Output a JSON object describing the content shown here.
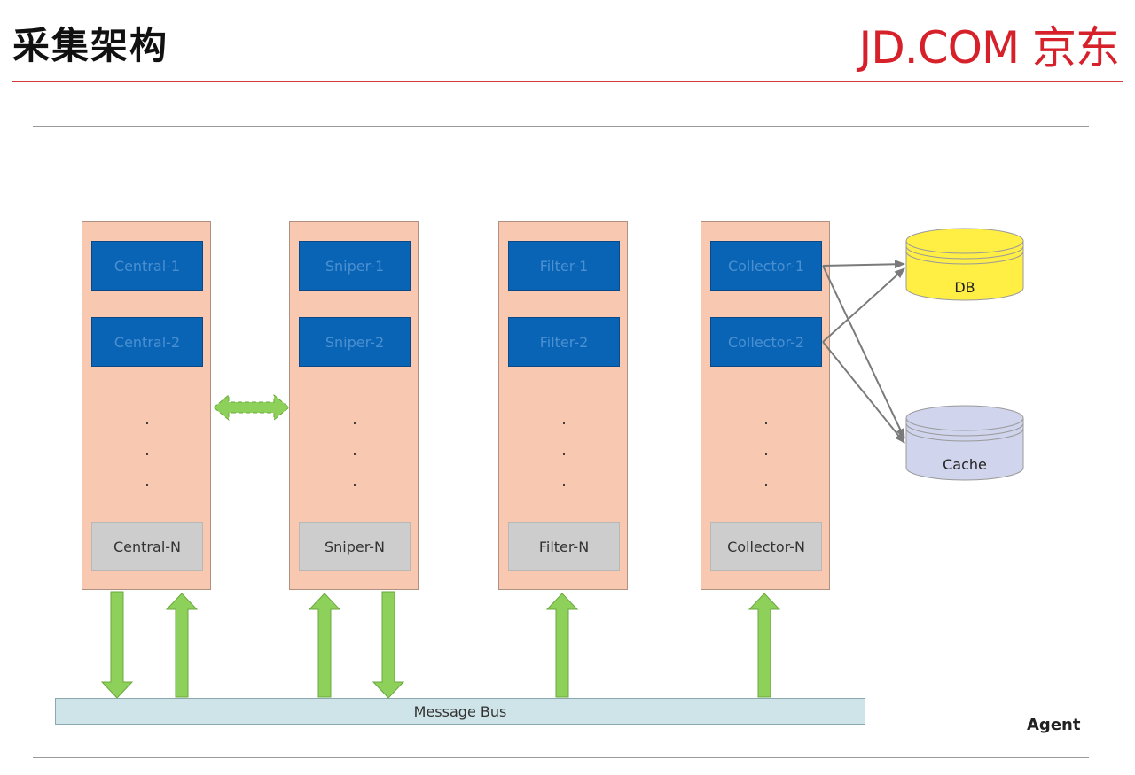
{
  "header": {
    "title": "采集架构",
    "brand": "JD.COM 京东"
  },
  "groups": [
    {
      "nodes": [
        "Central-1",
        "Central-2"
      ],
      "last": "Central-N"
    },
    {
      "nodes": [
        "Sniper-1",
        "Sniper-2"
      ],
      "last": "Sniper-N"
    },
    {
      "nodes": [
        "Filter-1",
        "Filter-2"
      ],
      "last": "Filter-N"
    },
    {
      "nodes": [
        "Collector-1",
        "Collector-2"
      ],
      "last": "Collector-N"
    }
  ],
  "ellipsis": ".",
  "stores": {
    "db": {
      "label": "DB",
      "color": "#ffee44"
    },
    "cache": {
      "label": "Cache",
      "color": "#d0d4ec"
    }
  },
  "bus": {
    "label": "Message Bus"
  },
  "agent_label": "Agent",
  "colors": {
    "group_fill": "#f8c8b0",
    "node_blue": "#0a64b6",
    "node_gray": "#cdcdcd",
    "arrow_green": "#8dd15a",
    "connector_gray": "#7a7a7a",
    "accent_red": "#d6202a"
  }
}
